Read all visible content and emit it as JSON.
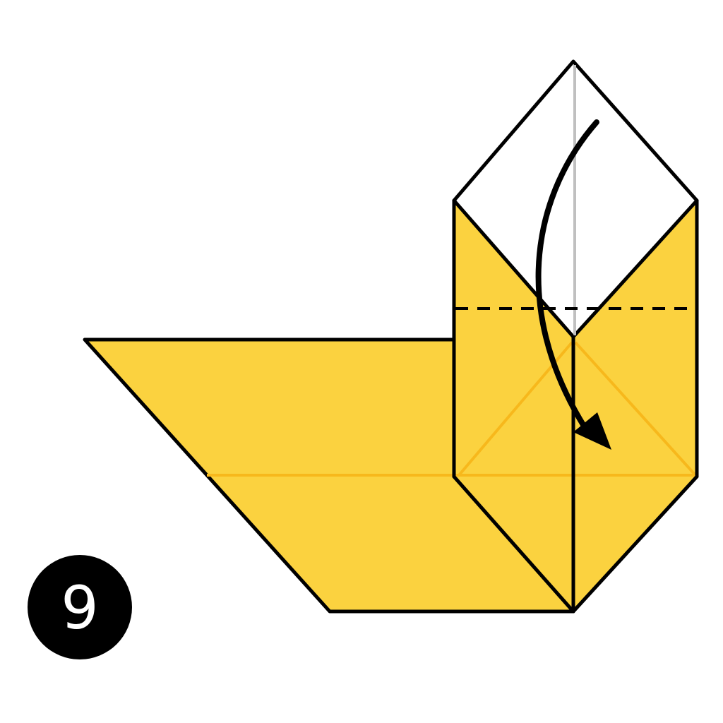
{
  "step": {
    "number": "9",
    "badge_bg": "#000000",
    "badge_fg": "#ffffff"
  },
  "colors": {
    "paper_front": "#fbd23f",
    "paper_back": "#ffffff",
    "outline": "#000000",
    "crease": "#f7b81c",
    "center_line": "#c0c0c0",
    "arrow": "#000000"
  },
  "instruction": {
    "arrow_direction": "down",
    "fold_type": "valley-fold",
    "fold_line_style": "dashed"
  }
}
